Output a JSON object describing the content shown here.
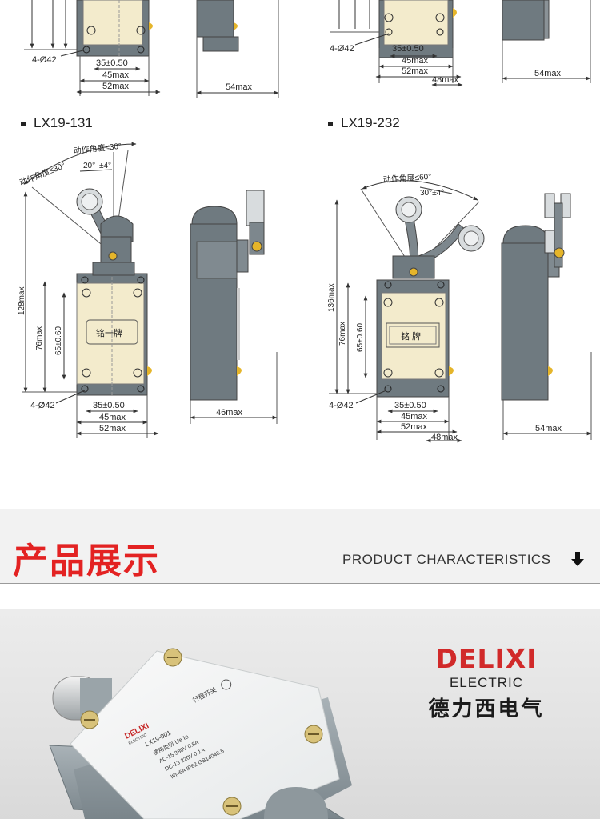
{
  "top_row": {
    "left": {
      "d_holes": "4-Ø42",
      "d_35": "35±0.50",
      "d_45": "45max",
      "d_52": "52max",
      "d_54": "54max"
    },
    "right": {
      "d_holes": "4-Ø42",
      "d_35": "35±0.50",
      "d_45": "45max",
      "d_52": "52max",
      "d_48": "48max",
      "d_54": "54max"
    }
  },
  "model_131": {
    "label": "LX19-131",
    "angle_left": "动作角度≤30°",
    "angle_right": "动作角度≤30°",
    "angle_20": "20°",
    "angle_4": "±4°",
    "d_128": "128max",
    "d_76": "76max",
    "d_65": "65±0.60",
    "plate": "铭一牌",
    "d_holes": "4-Ø42",
    "d_35": "35±0.50",
    "d_45": "45max",
    "d_52": "52max",
    "d_46": "46max"
  },
  "model_232": {
    "label": "LX19-232",
    "angle": "动作角度≤60°",
    "angle_30": "30°±4°",
    "d_136": "136max",
    "d_76": "76max",
    "d_65": "65±0.60",
    "plate": "铭 牌",
    "d_holes": "4-Ø42",
    "d_35": "35±0.50",
    "d_45": "45max",
    "d_52": "52max",
    "d_48": "48max",
    "d_54": "54max"
  },
  "section": {
    "title": "产品展示",
    "subtitle": "PRODUCT CHARACTERISTICS"
  },
  "photo": {
    "brand_name": "DELIXI",
    "brand_sub": "ELECTRIC",
    "brand_cn": "德力西电气",
    "switch_brand": "DELIXI",
    "switch_brand_sub": "ELECTRIC",
    "switch_model": "LX19-001",
    "switch_type": "行程开关",
    "spec_1": "使用类别 Ue Ie",
    "spec_2": "AC-15 380V 0.8A",
    "spec_3": "DC-13 220V 0.1A",
    "spec_4": "Ith=5A IP62 GB14048.5"
  },
  "colors": {
    "accent_red": "#e32222",
    "body_gray": "#6f7a80",
    "plate_cream": "#f3ebcc"
  }
}
